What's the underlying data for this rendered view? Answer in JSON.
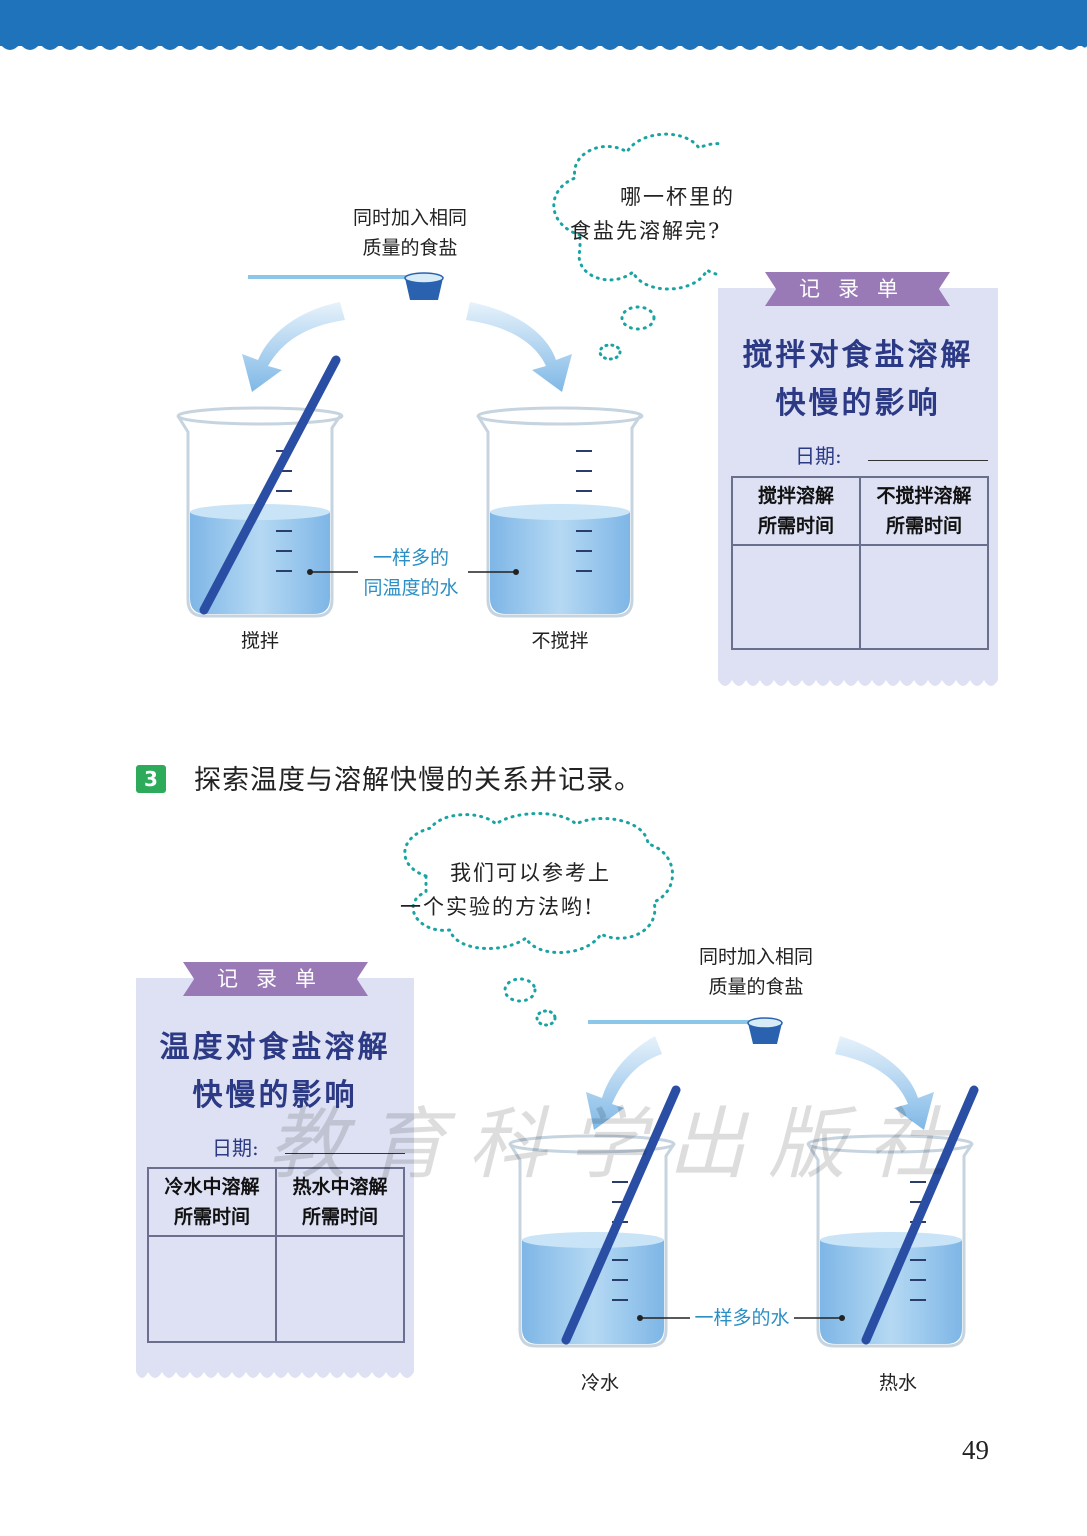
{
  "colors": {
    "header": "#1f73bb",
    "card": "#dde1f3",
    "tab": "#9a79b7",
    "card_title": "#2c3a85",
    "step_badge": "#2eab5a",
    "water": "#9dcaec",
    "annotation": "#2a8fc4"
  },
  "experiment1": {
    "salt_label": [
      "同时加入相同",
      "质量的食盐"
    ],
    "thought": [
      "哪一杯里的",
      "食盐先溶解完?"
    ],
    "water_label": [
      "一样多的",
      "同温度的水"
    ],
    "beaker_left": "搅拌",
    "beaker_right": "不搅拌",
    "record": {
      "tab": "记录单",
      "title": [
        "搅拌对食盐溶解",
        "快慢的影响"
      ],
      "date_label": "日期:",
      "col1": [
        "搅拌溶解",
        "所需时间"
      ],
      "col2": [
        "不搅拌溶解",
        "所需时间"
      ]
    }
  },
  "step3": {
    "number": "3",
    "text": "探索温度与溶解快慢的关系并记录。"
  },
  "experiment2": {
    "thought": [
      "我们可以参考上",
      "一个实验的方法哟!"
    ],
    "salt_label": [
      "同时加入相同",
      "质量的食盐"
    ],
    "water_label": "一样多的水",
    "beaker_left": "冷水",
    "beaker_right": "热水",
    "record": {
      "tab": "记录单",
      "title": [
        "温度对食盐溶解",
        "快慢的影响"
      ],
      "date_label": "日期:",
      "col1": [
        "冷水中溶解",
        "所需时间"
      ],
      "col2": [
        "热水中溶解",
        "所需时间"
      ]
    }
  },
  "watermark": "教育科学出版社",
  "page_number": "49"
}
